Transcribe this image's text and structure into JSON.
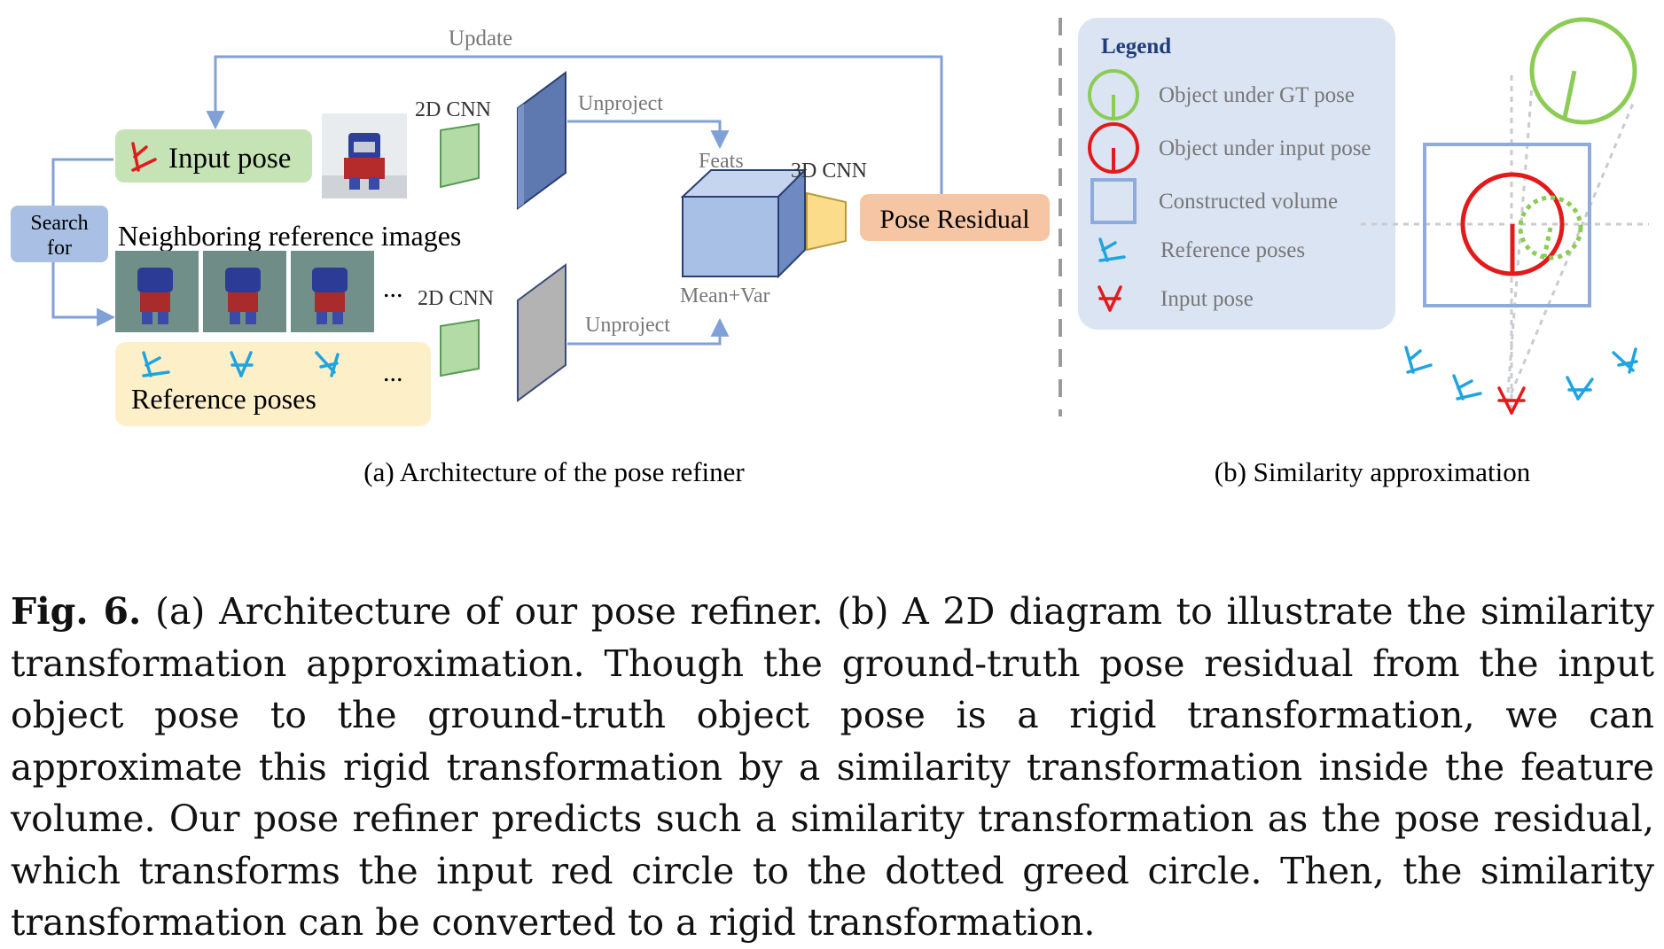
{
  "figure": {
    "update_label": "Update",
    "search_label_line1": "Search",
    "search_label_line2": "for",
    "input_pose_label": "Input pose",
    "neighbor_label": "Neighboring reference images",
    "reference_poses_label": "Reference poses",
    "cnn2d_label": "2D CNN",
    "unproject_label": "Unproject",
    "feats_label": "Feats",
    "meanvar_label": "Mean+Var",
    "cnn3d_label": "3D CNN",
    "pose_residual_label": "Pose Residual",
    "ellipsis": "...",
    "subcaption_a": "(a) Architecture of the pose refiner",
    "subcaption_b": "(b) Similarity approximation",
    "legend": {
      "title": "Legend",
      "items": [
        "Object under GT pose",
        "Object under input pose",
        "Constructed volume",
        "Reference poses",
        "Input pose"
      ]
    },
    "colors": {
      "arrow": "#7fa1d6",
      "input_pose_box": "#c6e3b6",
      "reference_box": "#fdf0c9",
      "search_box": "#a9c0e4",
      "pose_residual_box": "#f6c5a3",
      "cnn2d": "#b2dba5",
      "cnn3d": "#fbdc8a",
      "feat_volume": "#a8bfe6",
      "gt_green": "#8ccc55",
      "input_red": "#e31a1c",
      "ref_blue": "#1fa4e0",
      "legend_bg": "#dbe4f3"
    }
  },
  "caption": {
    "label": "Fig. 6.",
    "text": " (a) Architecture of our pose refiner. (b) A 2D diagram to illustrate the similarity transformation approximation. Though the ground-truth pose residual from the input object pose to the ground-truth object pose is a rigid transformation, we can approximate this rigid transformation by a similarity transformation inside the feature volume. Our pose refiner predicts such a similarity transformation as the pose residual, which transforms the input red circle to the dotted greed circle. Then, the similarity transformation can be converted to a rigid transformation."
  }
}
